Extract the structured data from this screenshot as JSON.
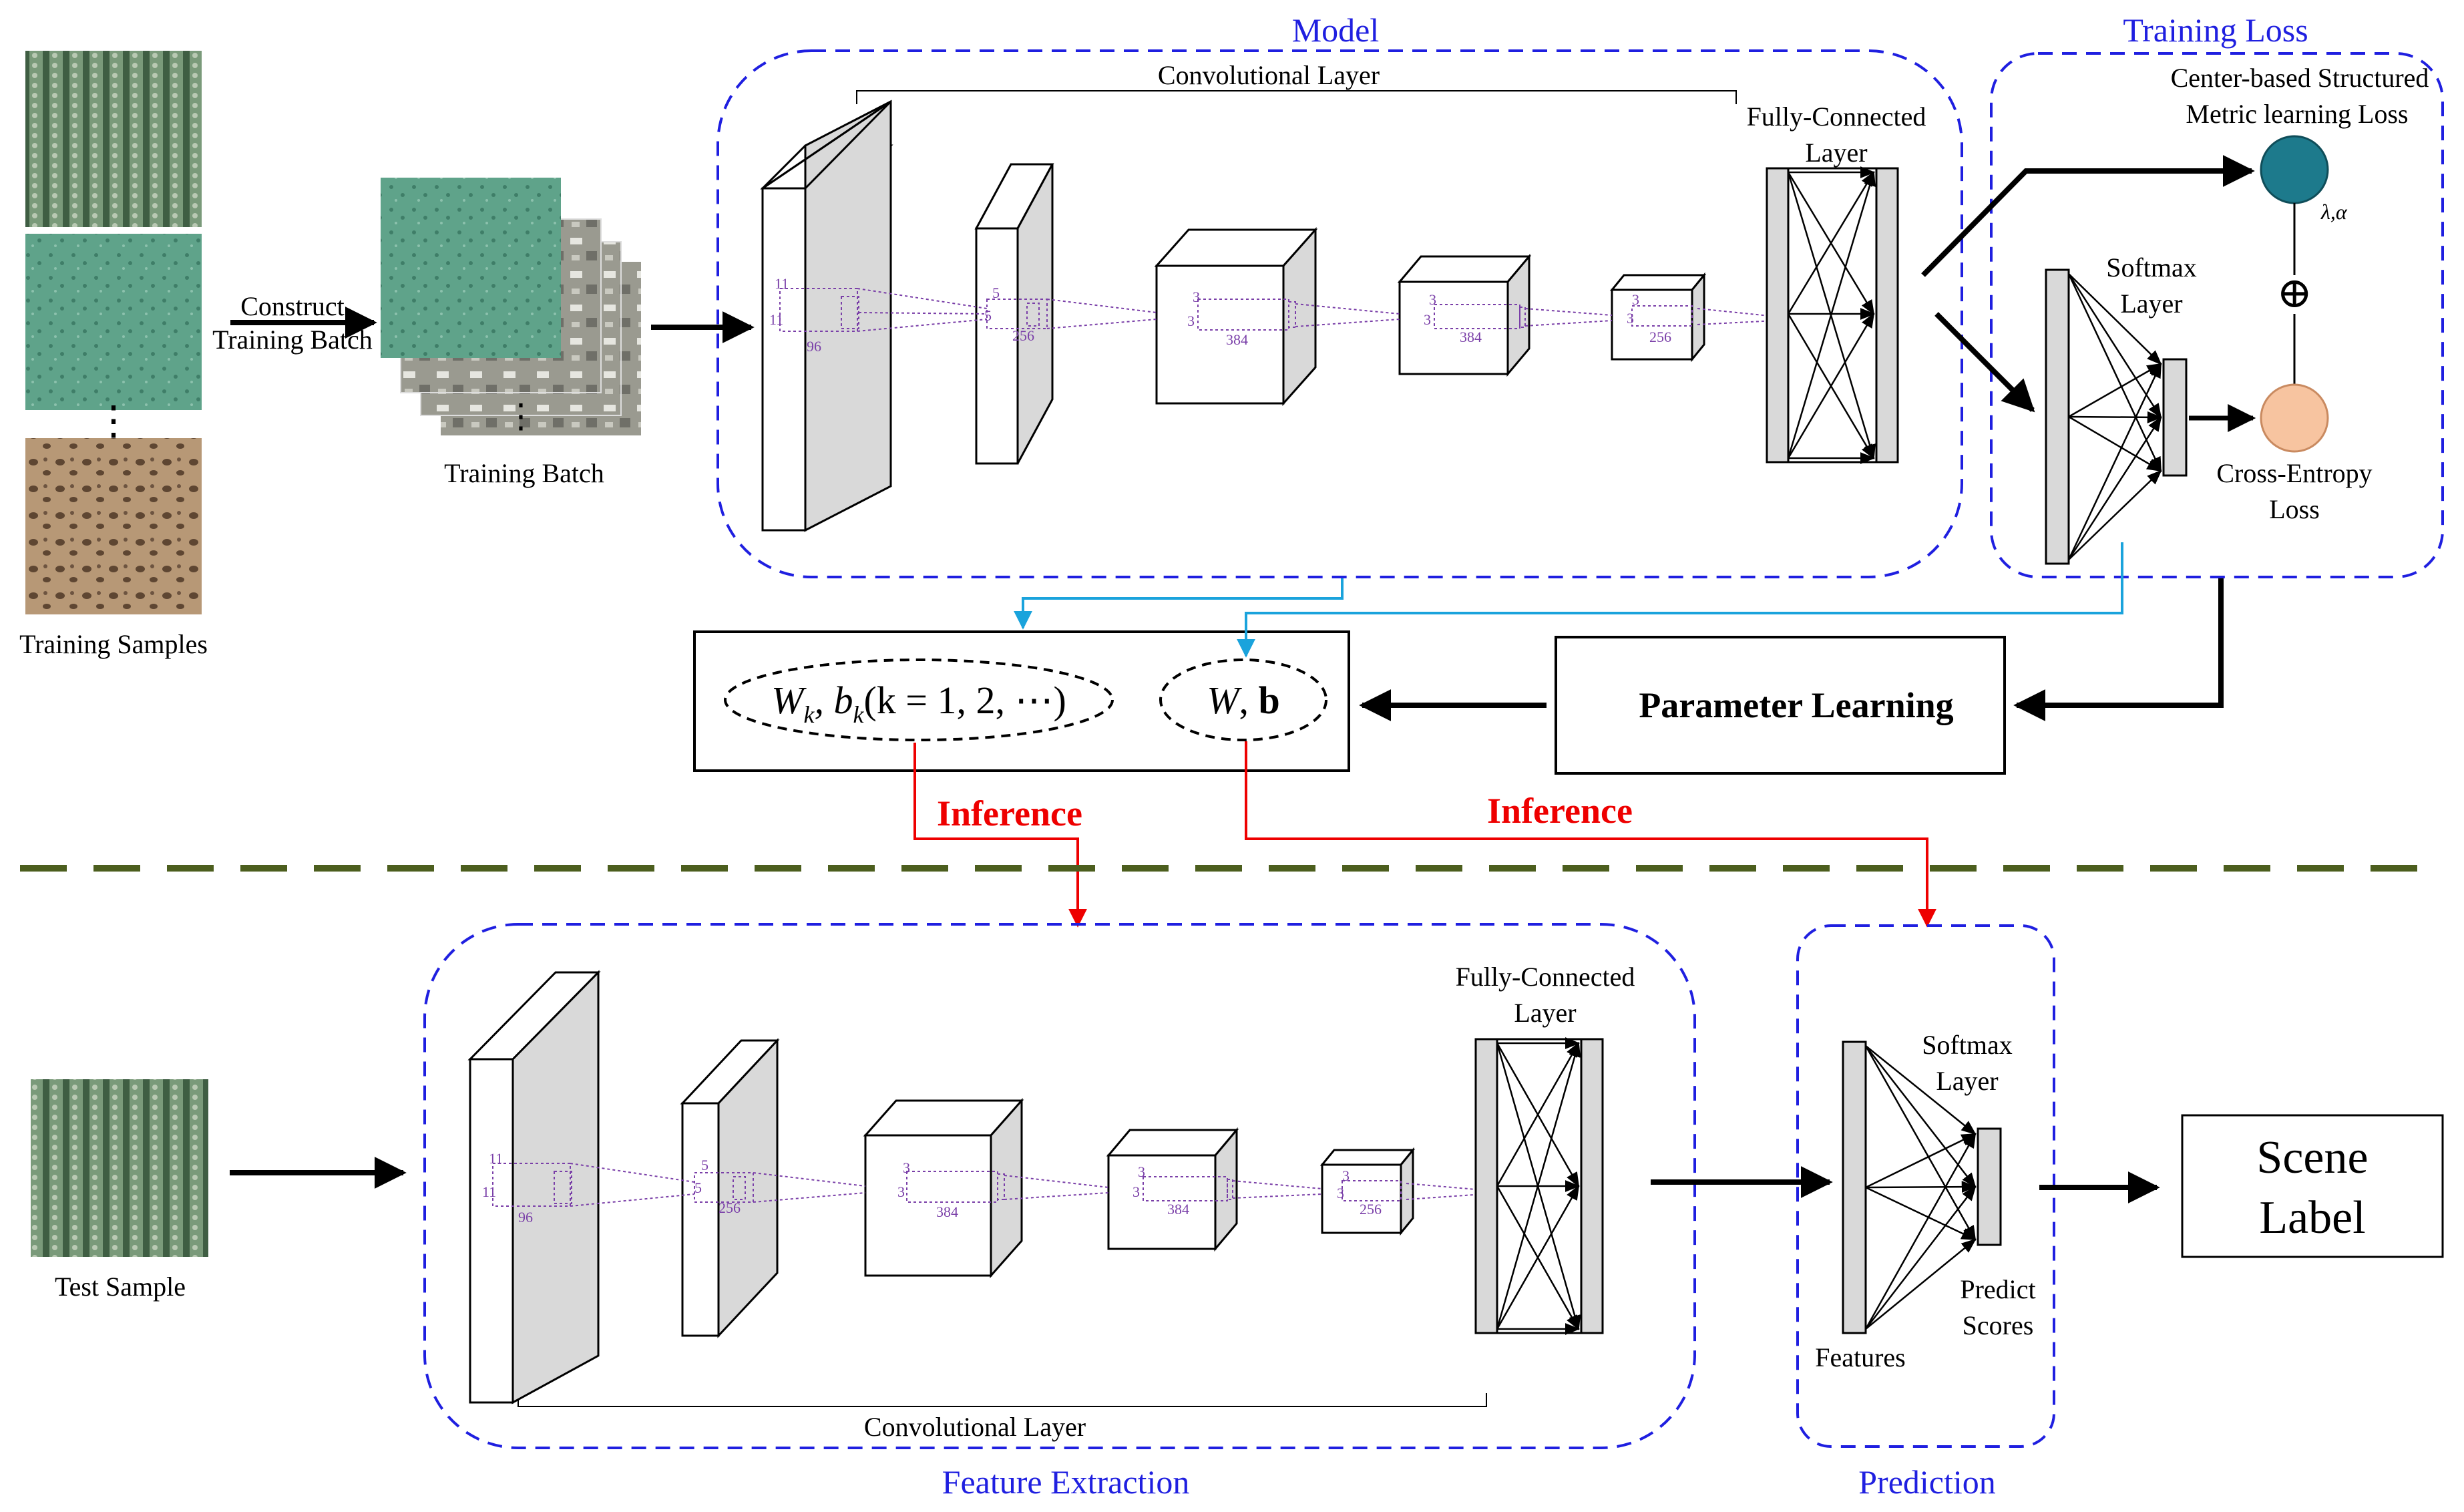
{
  "training_samples": {
    "label": "Training Samples",
    "dots": "⋮"
  },
  "construct_arrow": {
    "line1": "Construct",
    "line2": "Training Batch"
  },
  "training_batch": {
    "label": "Training Batch",
    "dots": "⋮"
  },
  "model": {
    "title": "Model",
    "conv_label": "Convolutional Layer",
    "fc_label_line1": "Fully-Connected",
    "fc_label_line2": "Layer"
  },
  "conv_dims": {
    "k1": "11",
    "k1b": "11",
    "c1": "96",
    "k2": "5",
    "k2b": "5",
    "c2": "256",
    "k3": "3",
    "k3b": "3",
    "c3": "384",
    "k4": "3",
    "k4b": "3",
    "c4": "384",
    "k5": "3",
    "k5b": "3",
    "c5": "256"
  },
  "training_loss": {
    "title": "Training Loss",
    "center_line1": "Center-based Structured",
    "center_line2": "Metric learning Loss",
    "lambda_alpha": "λ,α",
    "oplus": "⊕",
    "softmax_line1": "Softmax",
    "softmax_line2": "Layer",
    "ce_line1": "Cross-Entropy",
    "ce_line2": "Loss"
  },
  "params_box": {
    "wk_formula": "W",
    "wk_sub": "k",
    "bk_formula": ", b",
    "bk_sub": "k",
    "k_range": "(k = 1, 2, ⋯)",
    "wb_formula": "W",
    "wb_bold": "b",
    "wb_comma": ", "
  },
  "parameter_learning": {
    "label": "Parameter Learning"
  },
  "inference": {
    "left": "Inference",
    "right": "Inference"
  },
  "test": {
    "sample_label": "Test Sample",
    "feature_extraction_title": "Feature Extraction",
    "conv_label": "Convolutional Layer",
    "fc_label_line1": "Fully-Connected",
    "fc_label_line2": "Layer"
  },
  "prediction": {
    "title": "Prediction",
    "softmax_line1": "Softmax",
    "softmax_line2": "Layer",
    "features_label": "Features",
    "predict_line1": "Predict",
    "predict_line2": "Scores"
  },
  "scene_label": {
    "line1": "Scene",
    "line2": "Label"
  },
  "colors": {
    "blue_dash": "#1f1fe0",
    "red": "#ee0000",
    "cyan": "#1aa3dc",
    "separator": "#4c5e1e",
    "teal_node": "#1d7a8c",
    "peach_node": "#f7c4a0",
    "purple": "#7a3fa8",
    "grey_face": "#d9d9d9"
  }
}
